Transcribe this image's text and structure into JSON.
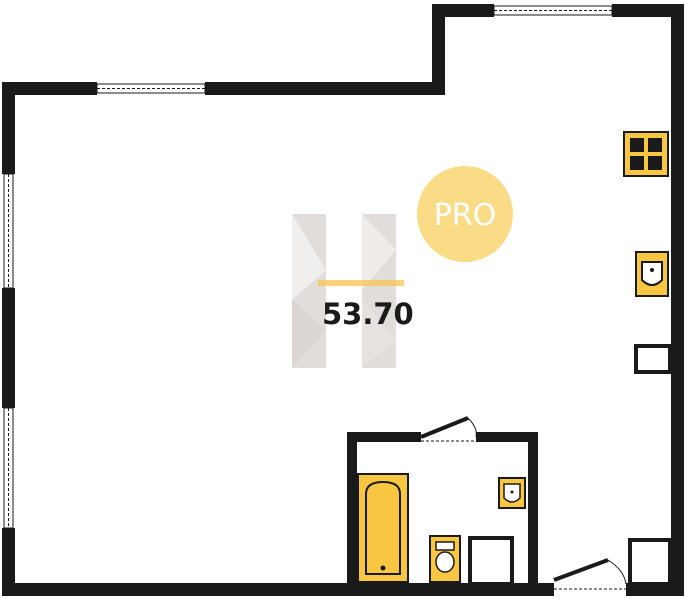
{
  "plan": {
    "area": "53.70",
    "badge": "PRO",
    "colors": {
      "wall": "#1a1a1a",
      "fixture_fill": "#f8c640",
      "badge_fill": "#fbdc86",
      "watermark": "#d9d5d2",
      "accent_line": "#f7c75a"
    },
    "icons": [
      "h-logo-watermark",
      "pro-badge",
      "kitchen-hob-icon",
      "kitchen-sink-icon",
      "bathtub-icon",
      "washbasin-icon",
      "toilet-icon"
    ]
  }
}
